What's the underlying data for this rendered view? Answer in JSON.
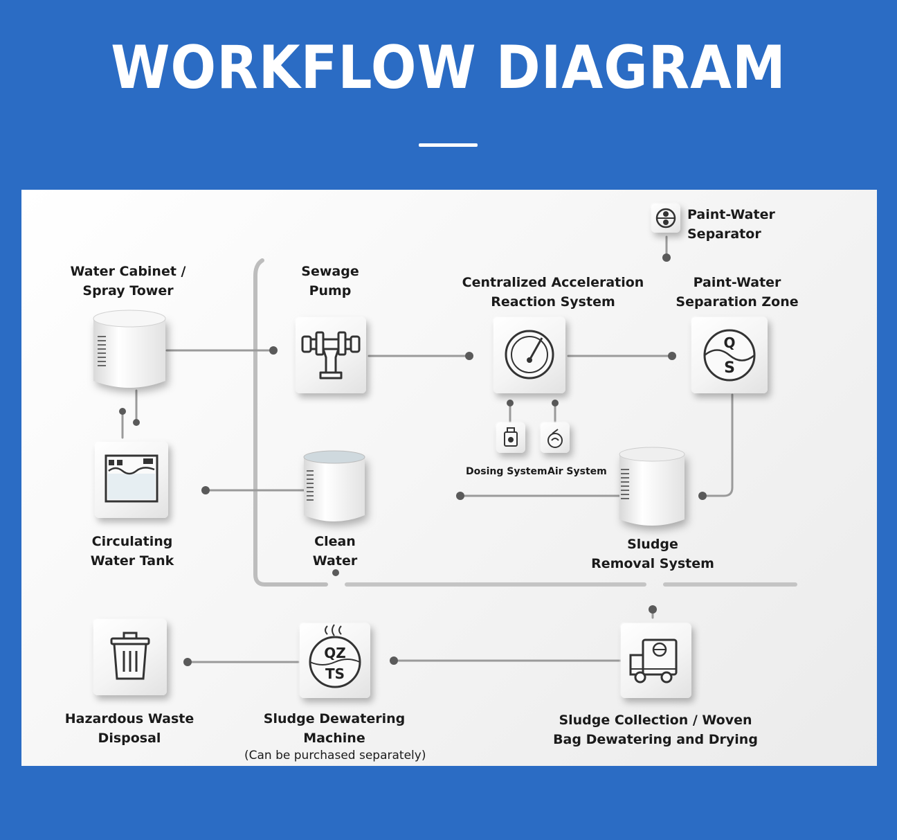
{
  "header": {
    "title": "WORKFLOW DIAGRAM"
  },
  "nodes": {
    "paint_water_separator": {
      "line1": "Paint-Water",
      "line2": "Separator",
      "icon": "separator-icon"
    },
    "water_cabinet": {
      "line1": "Water Cabinet /",
      "line2": "Spray Tower",
      "icon": "tank-icon"
    },
    "sewage_pump": {
      "line1": "Sewage",
      "line2": "Pump",
      "icon": "pump-icon"
    },
    "centralized": {
      "line1": "Centralized Acceleration",
      "line2": "Reaction System",
      "icon": "gauge-icon"
    },
    "separation_zone": {
      "line1": "Paint-Water",
      "line2": "Separation Zone",
      "icon": "qs-separation-icon"
    },
    "dosing": {
      "label": "Dosing System",
      "icon": "dosing-icon"
    },
    "air": {
      "label": "Air System",
      "icon": "air-icon"
    },
    "circulating": {
      "line1": "Circulating",
      "line2": "Water Tank",
      "icon": "water-tank-icon"
    },
    "clean_water": {
      "line1": "Clean",
      "line2": "Water",
      "icon": "tank-icon"
    },
    "sludge_removal": {
      "line1": "Sludge",
      "line2": "Removal System",
      "icon": "tank-icon"
    },
    "hazardous": {
      "line1": "Hazardous Waste",
      "line2": "Disposal",
      "icon": "trash-icon"
    },
    "dewatering": {
      "line1": "Sludge Dewatering",
      "line2": "Machine",
      "note": "(Can be purchased separately)",
      "icon": "qz-ts-machine-icon",
      "glyph_top": "QZ",
      "glyph_bottom": "TS"
    },
    "collection": {
      "line1": "Sludge Collection / Woven",
      "line2": "Bag Dewatering and Drying",
      "icon": "truck-icon"
    }
  },
  "colors": {
    "background": "#2b6cc4",
    "panel": "#ffffff",
    "line": "#8a8a8a",
    "dot": "#5a5a5a"
  }
}
